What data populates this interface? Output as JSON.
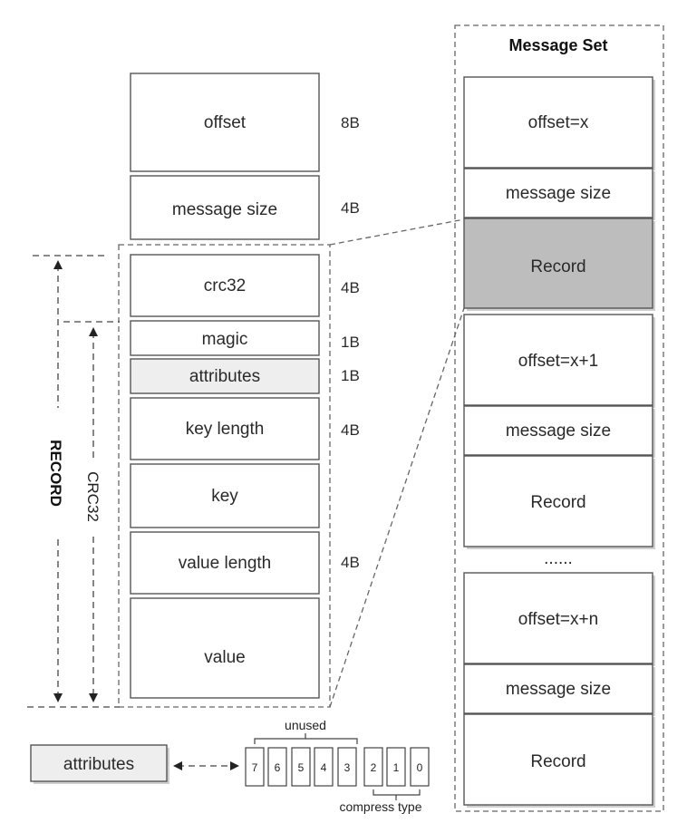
{
  "message_set": {
    "title": "Message Set",
    "ellipsis": "......",
    "items": [
      {
        "label": "offset=x"
      },
      {
        "label": "message size"
      },
      {
        "label": "Record"
      },
      {
        "label": "offset=x+1"
      },
      {
        "label": "message size"
      },
      {
        "label": "Record"
      },
      {
        "label": "offset=x+n"
      },
      {
        "label": "message size"
      },
      {
        "label": "Record"
      }
    ]
  },
  "fields": [
    {
      "label": "offset",
      "size": "8B"
    },
    {
      "label": "message size",
      "size": "4B"
    },
    {
      "label": "crc32",
      "size": "4B"
    },
    {
      "label": "magic",
      "size": "1B"
    },
    {
      "label": "attributes",
      "size": "1B"
    },
    {
      "label": "key length",
      "size": "4B"
    },
    {
      "label": "key",
      "size": ""
    },
    {
      "label": "value length",
      "size": "4B"
    },
    {
      "label": "value",
      "size": ""
    }
  ],
  "brackets": {
    "record": "RECORD",
    "crc": "CRC32"
  },
  "attributes_detail": {
    "label": "attributes",
    "bits": [
      "7",
      "6",
      "5",
      "4",
      "3",
      "2",
      "1",
      "0"
    ],
    "unused_label": "unused",
    "compress_label": "compress type"
  },
  "colors": {
    "highlight_record": "#bdbdbd",
    "attributes_fill": "#eeeeee",
    "border": "#555555"
  }
}
